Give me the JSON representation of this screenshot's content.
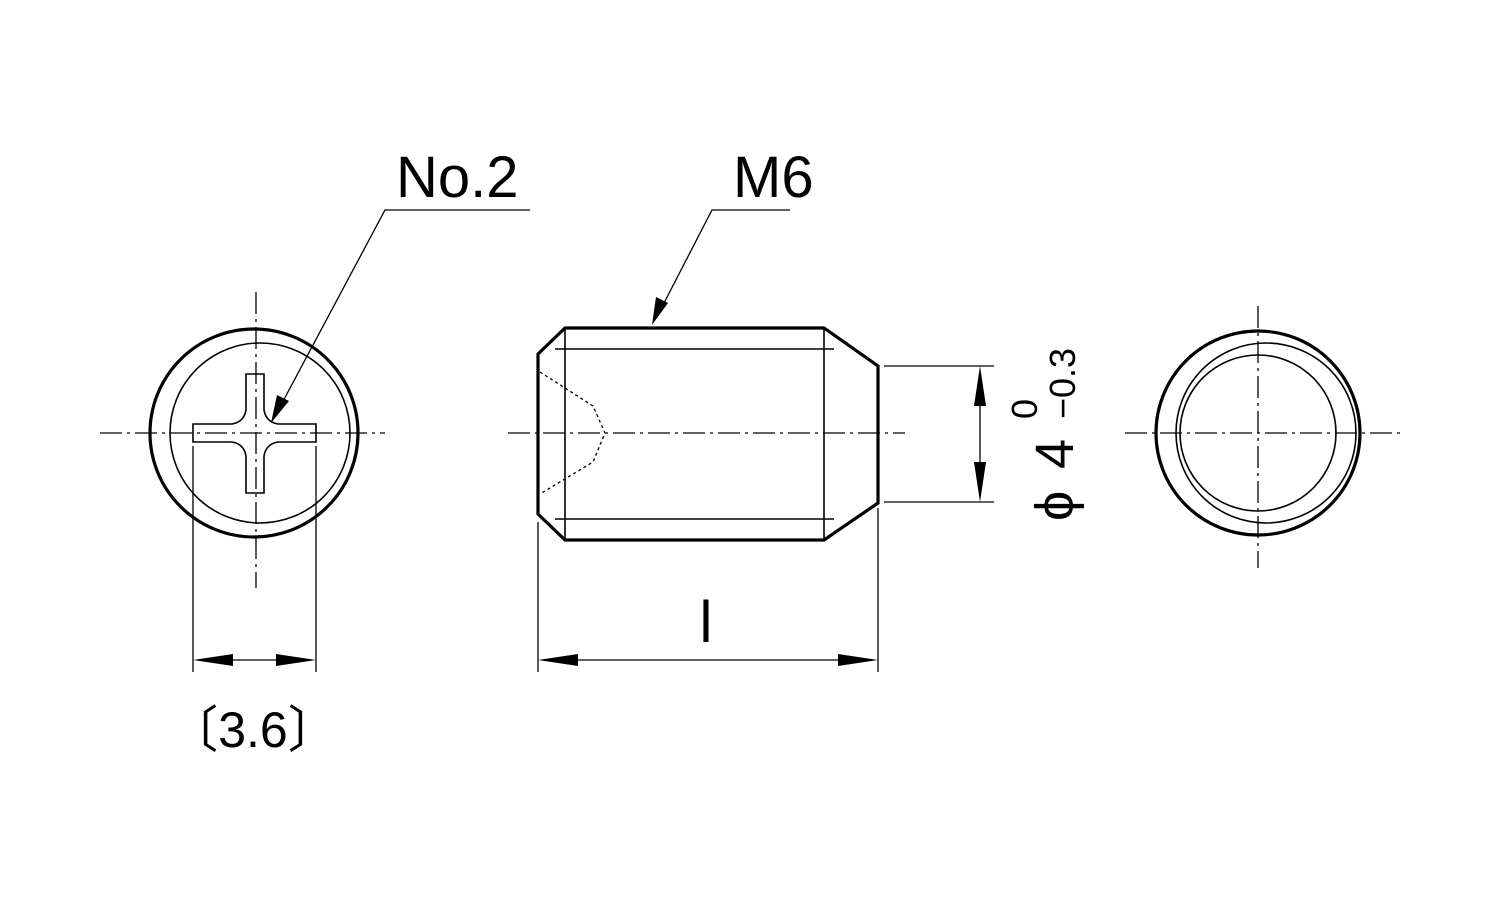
{
  "labels": {
    "drive": "No.2",
    "thread": "M6",
    "point_dia_symbol": "ϕ",
    "point_dia_value": "4",
    "tol_upper": "0",
    "tol_lower": "−0.3",
    "length": "l",
    "drive_width": "〔3.6〕"
  }
}
